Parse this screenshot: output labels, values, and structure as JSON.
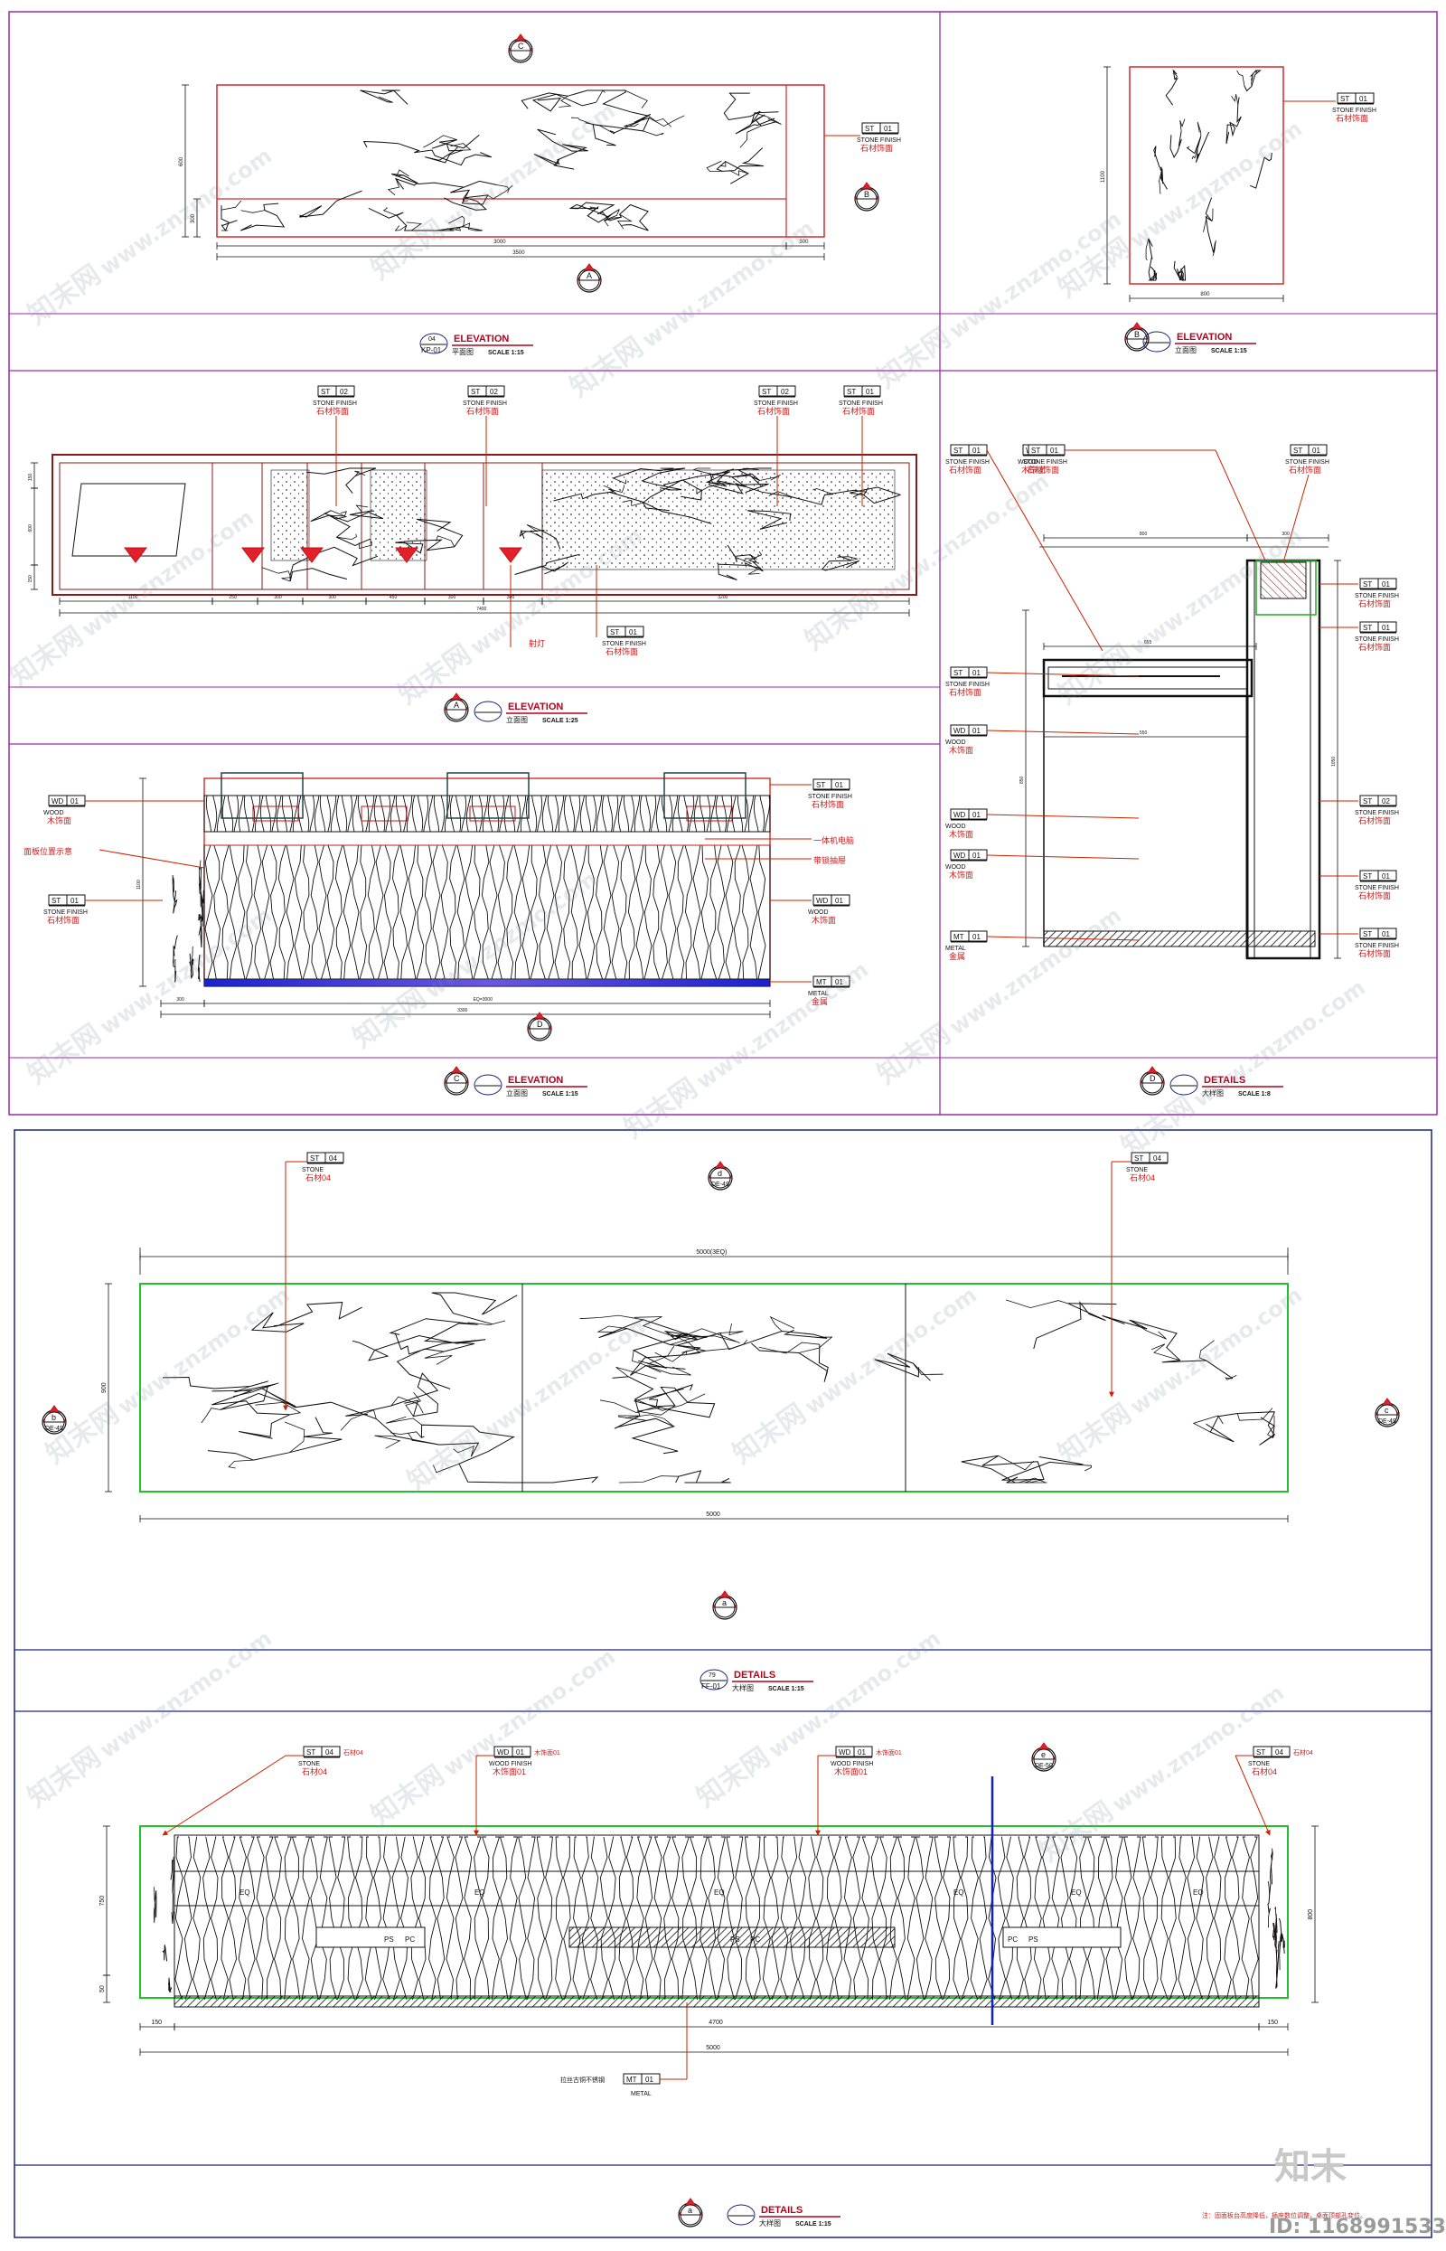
{
  "colors": {
    "frame_top": "#9a2aa6",
    "frame_bottom": "#1a237e",
    "leader": "#cc2200",
    "outline": "#d42a2a",
    "title": "#b3001b",
    "green": "#22c02a",
    "blue": "#1020c8",
    "ink": "#111111"
  },
  "sheet_top": {
    "panel_04": {
      "number": "04",
      "ref": "KP-01",
      "title": "ELEVATION",
      "cn": "平面图",
      "scale": "SCALE 1:15",
      "markers": {
        "top": "C",
        "right": "B",
        "bottom": "A"
      },
      "dims": {
        "total": "3500",
        "main": "3000",
        "end": "300",
        "side_a": "600",
        "side_b": "300"
      },
      "tag": {
        "code": "ST",
        "num": "01",
        "en": "STONE FINISH",
        "cn": "石材饰面"
      }
    },
    "panel_B": {
      "marker": "B",
      "title": "ELEVATION",
      "cn": "立面图",
      "scale": "SCALE 1:15",
      "dims": {
        "width": "800",
        "height": "1100"
      },
      "tag": {
        "code": "ST",
        "num": "01",
        "en": "STONE FINISH",
        "cn": "石材饰面"
      }
    },
    "panel_A": {
      "marker": "A",
      "title": "ELEVATION",
      "cn": "立面图",
      "scale": "SCALE 1:25",
      "tags": [
        {
          "code": "ST",
          "num": "02",
          "en": "STONE FINISH",
          "cn": "石材饰面"
        },
        {
          "code": "ST",
          "num": "02",
          "en": "STONE FINISH",
          "cn": "石材饰面"
        },
        {
          "code": "ST",
          "num": "02",
          "en": "STONE FINISH",
          "cn": "石材饰面"
        },
        {
          "code": "ST",
          "num": "01",
          "en": "STONE FINISH",
          "cn": "石材饰面"
        }
      ],
      "bottom_tag": {
        "code": "ST",
        "num": "01",
        "en": "STONE FINISH",
        "cn": "石材饰面"
      },
      "spot_label": "射灯",
      "dims": [
        "1100",
        "250",
        "300",
        "300",
        "450",
        "300",
        "300",
        "3200"
      ],
      "dim_total": "7400",
      "heights": [
        "150",
        "600",
        "150"
      ]
    },
    "panel_C": {
      "marker": "C",
      "title": "ELEVATION",
      "cn": "立面图",
      "scale": "SCALE 1:15",
      "bottom_marker": "D",
      "left_tags": [
        {
          "code": "WD",
          "num": "01",
          "en": "WOOD",
          "cn": "木饰面"
        },
        {
          "code": "ST",
          "num": "01",
          "en": "STONE FINISH",
          "cn": "石材饰面"
        }
      ],
      "left_note": "面板位置示意",
      "right_tags": [
        {
          "code": "ST",
          "num": "01",
          "en": "STONE FINISH",
          "cn": "石材饰面"
        },
        {
          "code": "WD",
          "num": "01",
          "en": "WOOD",
          "cn": "木饰面"
        },
        {
          "code": "MT",
          "num": "01",
          "en": "METAL",
          "cn": "金属"
        }
      ],
      "right_notes": [
        "一体机电脑",
        "带锁抽屉"
      ],
      "dims": {
        "left": "300",
        "main": "EQ=3000",
        "total": "3300"
      }
    },
    "panel_D": {
      "marker": "D",
      "title": "DETAILS",
      "cn": "大样图",
      "scale": "SCALE 1:8",
      "top_tags": [
        {
          "code": "WD",
          "num": "01",
          "en": "WOOD",
          "cn": "木饰面"
        },
        {
          "code": "ST",
          "num": "01",
          "en": "STONE FINISH",
          "cn": "石材饰面"
        }
      ],
      "left_tags": [
        {
          "code": "ST",
          "num": "01",
          "en": "STONE FINISH",
          "cn": "石材饰面"
        },
        {
          "code": "ST",
          "num": "01",
          "en": "STONE FINISH",
          "cn": "石材饰面"
        },
        {
          "code": "WD",
          "num": "01",
          "en": "WOOD",
          "cn": "木饰面"
        },
        {
          "code": "WD",
          "num": "01",
          "en": "WOOD",
          "cn": "木饰面"
        },
        {
          "code": "WD",
          "num": "01",
          "en": "WOOD",
          "cn": "木饰面"
        },
        {
          "code": "MT",
          "num": "01",
          "en": "METAL",
          "cn": "金属"
        }
      ],
      "right_tags": [
        {
          "code": "ST",
          "num": "01",
          "en": "STONE FINISH",
          "cn": "石材饰面"
        },
        {
          "code": "ST",
          "num": "01",
          "en": "STONE FINISH",
          "cn": "石材饰面"
        },
        {
          "code": "ST",
          "num": "02",
          "en": "STONE FINISH",
          "cn": "石材饰面"
        },
        {
          "code": "ST",
          "num": "01",
          "en": "STONE FINISH",
          "cn": "石材饰面"
        },
        {
          "code": "ST",
          "num": "01",
          "en": "STONE FINISH",
          "cn": "石材饰面"
        }
      ],
      "dims": {
        "top": "800",
        "top_b": "300",
        "inner": "655",
        "inner_b": "550",
        "height": "850"
      }
    }
  },
  "sheet_bottom": {
    "plan": {
      "number": "79",
      "ref": "FF-01",
      "title": "DETAILS",
      "cn": "大样图",
      "scale": "SCALE  1:15",
      "marker_top": {
        "letter": "d",
        "sheet": "DE-49"
      },
      "marker_left": {
        "letter": "b",
        "sheet": "DE-49"
      },
      "marker_right": {
        "letter": "c",
        "sheet": "DE-49"
      },
      "marker_bottom": {
        "letter": "a"
      },
      "tags": [
        {
          "code": "ST",
          "num": "04",
          "cn": "石材04",
          "en": "STONE"
        },
        {
          "code": "ST",
          "num": "04",
          "cn": "石材04",
          "en": "STONE"
        }
      ],
      "dim_top": "5000(3EQ)",
      "dim_bottom": "5000",
      "dim_height": "900"
    },
    "elev": {
      "letter": "a",
      "title": "DETAILS",
      "cn": "大样图",
      "scale": "SCALE  1:15",
      "section_marker": {
        "letter": "e",
        "sheet": "DE-50"
      },
      "tags": [
        {
          "code": "ST",
          "num": "04",
          "cn": "石材04",
          "en": "STONE"
        },
        {
          "code": "WD",
          "num": "01",
          "cn": "木饰面01",
          "en": "WOOD FINISH"
        },
        {
          "code": "WD",
          "num": "01",
          "cn": "木饰面01",
          "en": "WOOD FINISH"
        },
        {
          "code": "ST",
          "num": "04",
          "cn": "石材04",
          "en": "STONE"
        }
      ],
      "metal_tag": {
        "prefix": "拉丝古铜不锈钢",
        "code": "MT",
        "num": "01",
        "en": "METAL"
      },
      "eq_label": "EQ",
      "outlet_labels": [
        "PS",
        "PC"
      ],
      "dims": {
        "left": "150",
        "main": "4700",
        "right": "150",
        "total": "5000",
        "h_left": "750",
        "h_base": "50",
        "h_right": "800"
      },
      "note": "注：固面板台高度降低，插座数位调整，桌面顶部孔变位。"
    }
  },
  "watermark": {
    "url": "www.znzmo.com",
    "brand": "知末网",
    "logo": "知末",
    "id": "ID: 1168991533"
  }
}
